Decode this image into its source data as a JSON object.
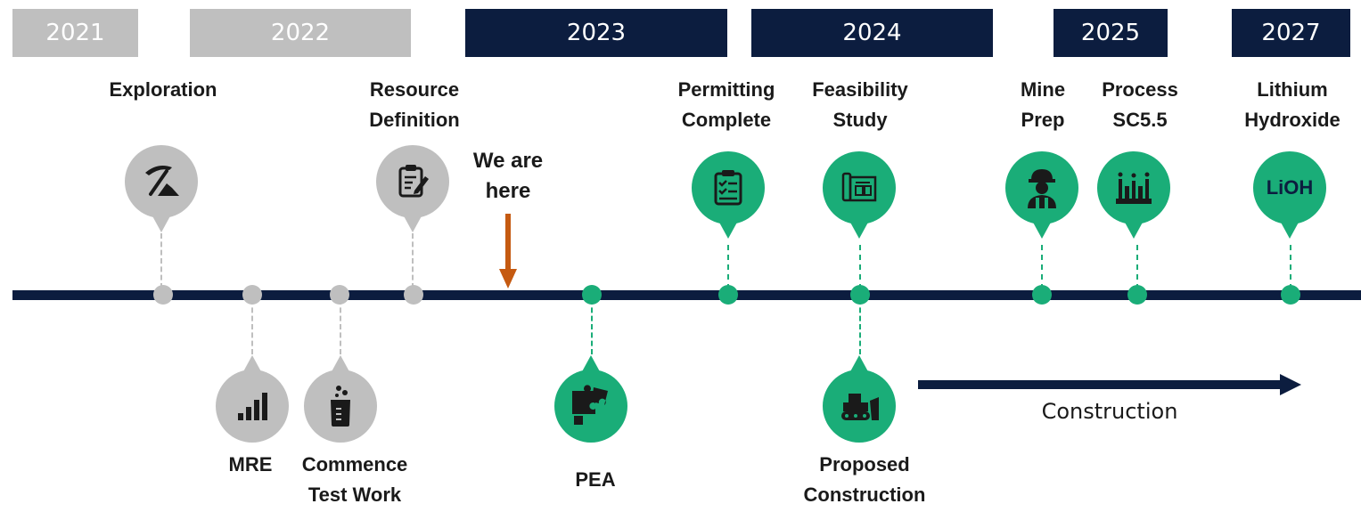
{
  "years": [
    {
      "label": "2021",
      "state": "past"
    },
    {
      "label": "2022",
      "state": "past"
    },
    {
      "label": "2023",
      "state": "future"
    },
    {
      "label": "2024",
      "state": "future"
    },
    {
      "label": "2025",
      "state": "future"
    },
    {
      "label": "2027",
      "state": "future"
    }
  ],
  "milestones": {
    "exploration": {
      "label": "Exploration",
      "icon": "pickaxe-icon",
      "status": "complete"
    },
    "mre": {
      "label": "MRE",
      "icon": "bar-chart-icon",
      "status": "complete"
    },
    "test_work": {
      "label": "Commence\nTest Work",
      "icon": "beaker-icon",
      "status": "complete"
    },
    "resource_definition": {
      "label": "Resource\nDefinition",
      "icon": "clipboard-pencil-icon",
      "status": "complete"
    },
    "pea": {
      "label": "PEA",
      "icon": "puzzle-icon",
      "status": "planned"
    },
    "permitting": {
      "label": "Permitting\nComplete",
      "icon": "checklist-icon",
      "status": "planned"
    },
    "feasibility": {
      "label": "Feasibility\nStudy",
      "icon": "blueprint-icon",
      "status": "planned"
    },
    "proposed_construction": {
      "label": "Proposed\nConstruction",
      "icon": "bulldozer-icon",
      "status": "planned"
    },
    "mine_prep": {
      "label": "Mine\nPrep",
      "icon": "worker-icon",
      "status": "planned"
    },
    "process": {
      "label": "Process\nSC5.5",
      "icon": "factory-icon",
      "status": "planned"
    },
    "lithium": {
      "label": "Lithium\nHydroxide",
      "icon_text": "LiOH",
      "status": "planned"
    }
  },
  "we_are_here": "We are\nhere",
  "construction": "Construction",
  "colors": {
    "navy": "#0c1d3f",
    "grey": "#bfbfbf",
    "green": "#1aad78",
    "arrow": "#c55a11"
  }
}
